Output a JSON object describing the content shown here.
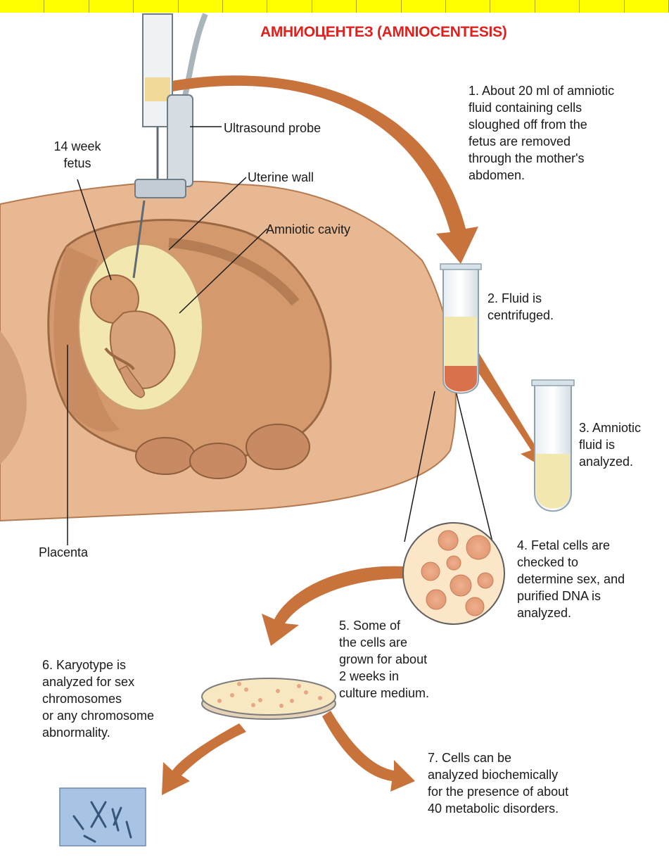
{
  "title": "АМНИОЦЕНТЕЗ (AMNIOCENTESIS)",
  "colors": {
    "top_strip": "#ffff00",
    "title": "#e0201c",
    "arrow": "#c8733c",
    "tissue": "#d9a57c",
    "fluid": "#f3e7b0"
  },
  "labels": {
    "fetus": "14 week\nfetus",
    "ultrasound_probe": "Ultrasound probe",
    "uterine_wall": "Uterine wall",
    "amniotic_cavity": "Amniotic cavity",
    "placenta": "Placenta"
  },
  "steps": [
    {
      "text": "1. About 20 ml of amniotic\n    fluid containing cells\n    sloughed off from the\n    fetus are removed\n    through the mother's\n    abdomen."
    },
    {
      "text": "2. Fluid is\n    centrifuged."
    },
    {
      "text": "3. Amniotic\n    fluid is\n    analyzed."
    },
    {
      "text": "4. Fetal cells are\n    checked to\n    determine sex, and\n    purified DNA is\n    analyzed."
    },
    {
      "text": "5. Some of\n    the cells are\n    grown for about\n    2 weeks in\n    culture medium."
    },
    {
      "text": "6. Karyotype is\n    analyzed for sex\n    chromosomes\n    or any chromosome\n    abnormality."
    },
    {
      "text": "7. Cells can be\n    analyzed biochemically\n    for the presence of about\n    40 metabolic disorders."
    }
  ]
}
